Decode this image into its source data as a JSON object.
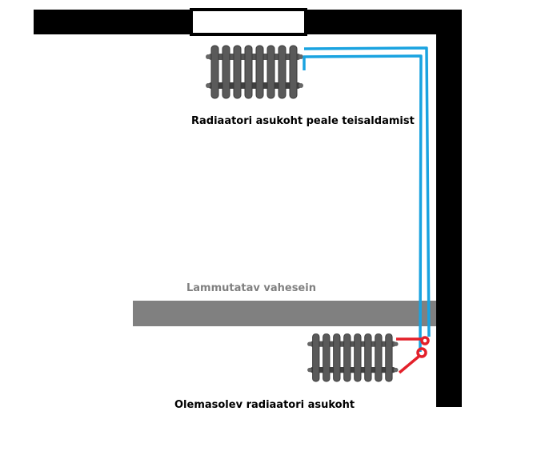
{
  "labels": {
    "new_location": "Radiaatori asukoht peale teisaldamist",
    "wall_to_demolish": "Lammutatav vahesein",
    "existing_location": "Olemasolev radiaatori asukoht"
  },
  "colors": {
    "wall": "#000000",
    "partition": "#808080",
    "new_pipe": "#1aa3e0",
    "old_pipe": "#e3202a",
    "radiator": "#4a4a4a"
  }
}
